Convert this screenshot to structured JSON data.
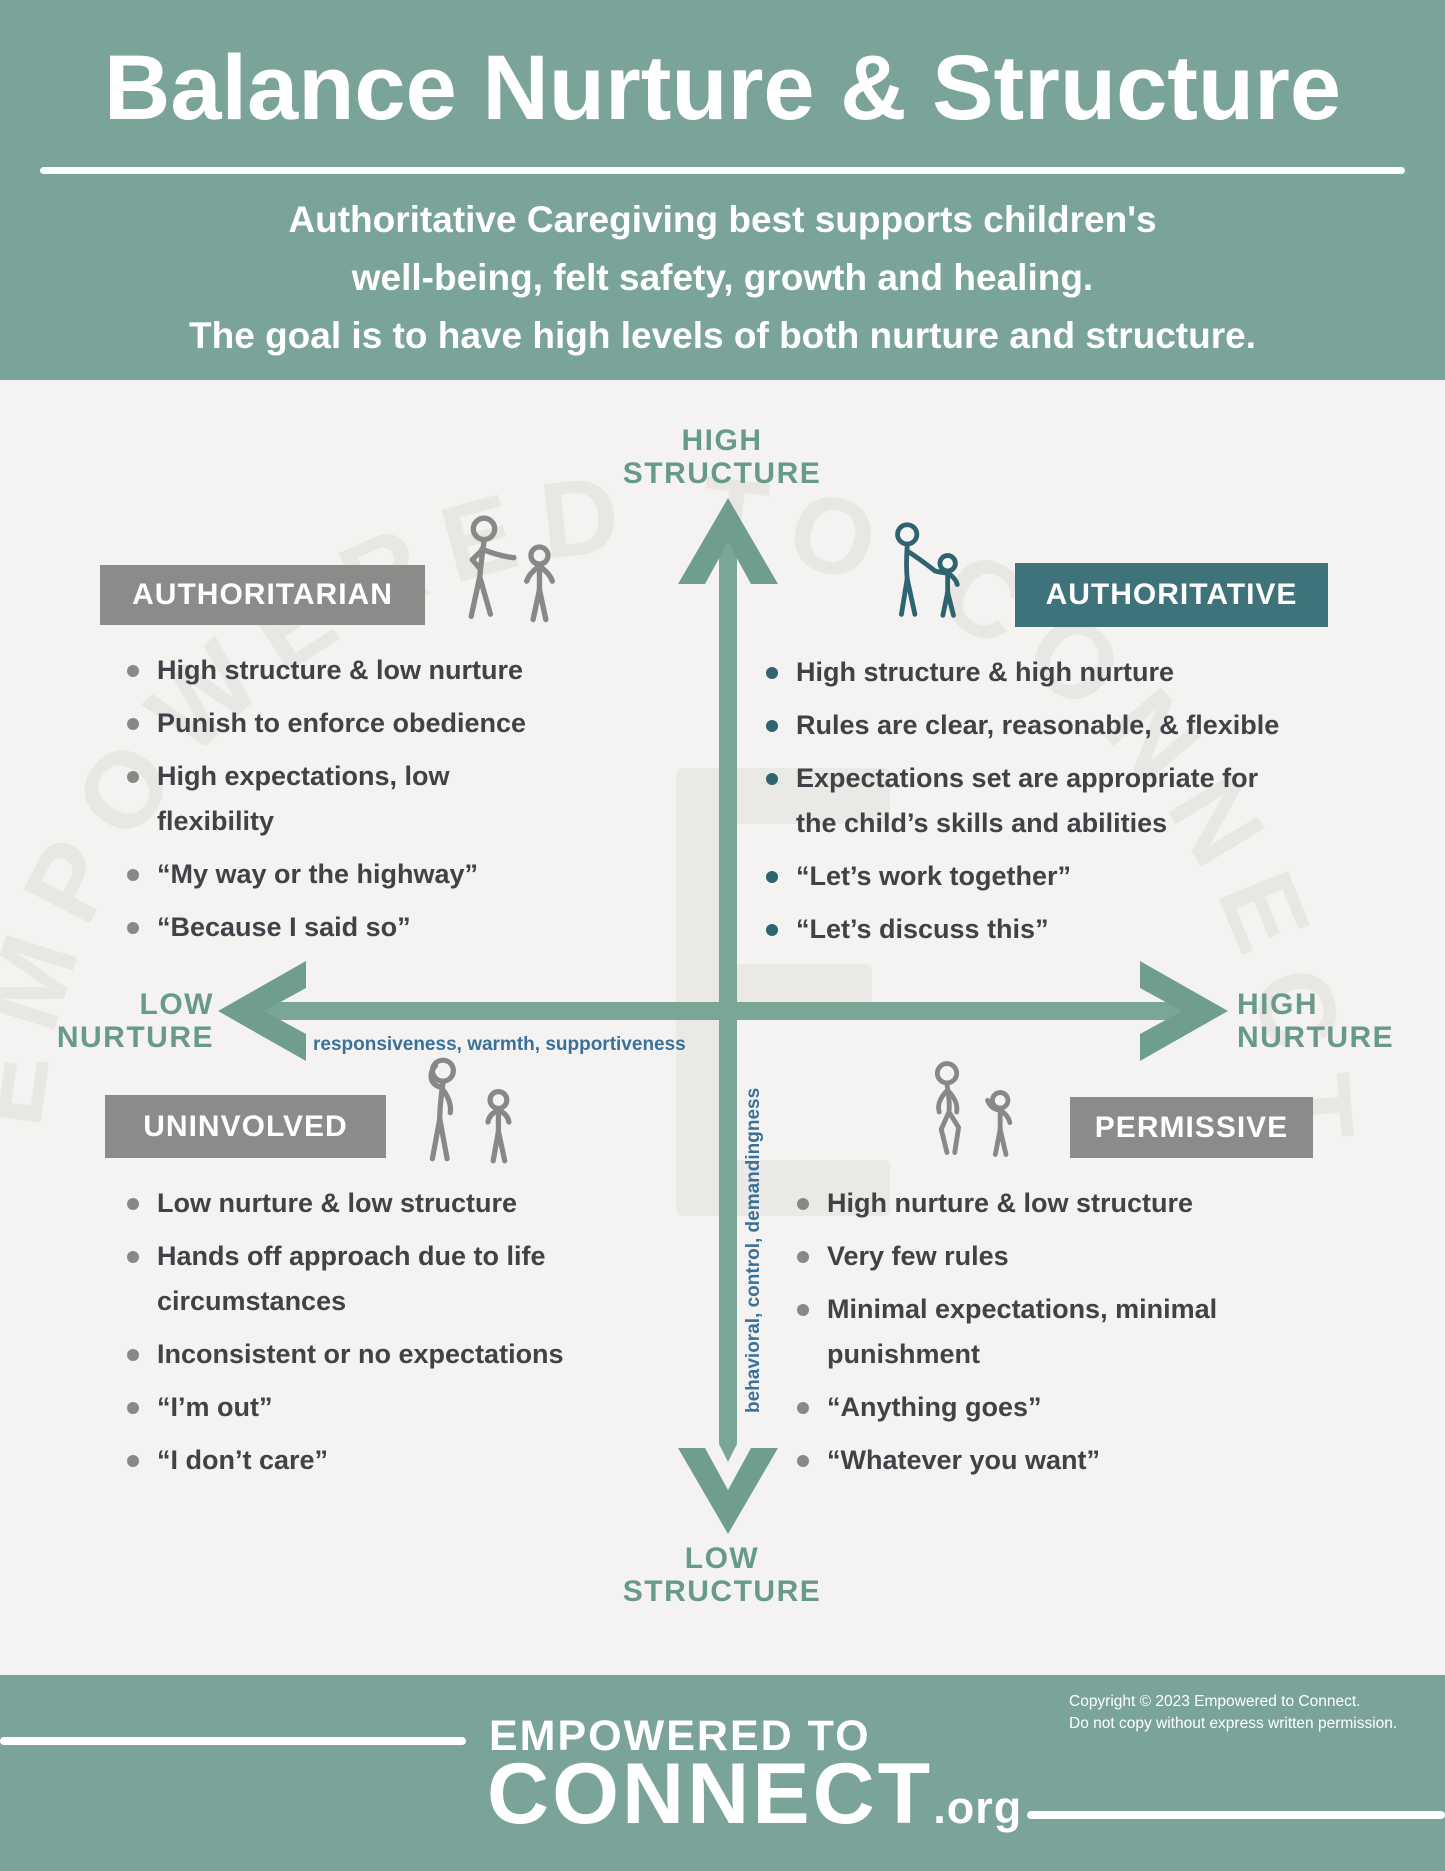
{
  "header": {
    "title": "Balance Nurture & Structure",
    "subtitle": "Authoritative Caregiving best supports children's\nwell-being, felt safety, growth and healing.\nThe goal is to have high levels of both nurture and structure."
  },
  "axes": {
    "top_label": "HIGH\nSTRUCTURE",
    "bottom_label": "LOW\nSTRUCTURE",
    "left_label": "LOW\nNURTURE",
    "right_label": "HIGH\nNURTURE",
    "horizontal_annotation": "responsiveness, warmth, supportiveness",
    "vertical_annotation": "behavioral, control, demandingness"
  },
  "quadrants": {
    "authoritarian": {
      "label": "AUTHORITARIAN",
      "icon": "parent-pointing-at-child-icon",
      "bullets": [
        "High structure & low nurture",
        "Punish to enforce obedience",
        "High expectations, low\nflexibility",
        "“My way or the highway”",
        "“Because I said so”"
      ]
    },
    "authoritative": {
      "label": "AUTHORITATIVE",
      "icon": "parent-holding-child-hand-icon",
      "bullets": [
        "High structure & high nurture",
        "Rules are clear, reasonable, & flexible",
        "Expectations set are appropriate for\nthe child’s skills and abilities",
        "“Let’s work together”",
        "“Let’s discuss this”"
      ]
    },
    "uninvolved": {
      "label": "UNINVOLVED",
      "icon": "parent-scratching-head-child-icon",
      "bullets": [
        "Low nurture & low structure",
        "Hands off approach due to life\ncircumstances",
        "Inconsistent or no expectations",
        "“I’m out”",
        "“I don’t care”"
      ]
    },
    "permissive": {
      "label": "PERMISSIVE",
      "icon": "relaxed-parent-with-child-icon",
      "bullets": [
        "High nurture & low structure",
        "Very few rules",
        "Minimal expectations, minimal\npunishment",
        "“Anything goes”",
        "“Whatever you want”"
      ]
    }
  },
  "watermark": {
    "arc_text": "EMPOWERED TO CONNECT",
    "letter": "E"
  },
  "footer": {
    "copyright": "Copyright © 2023 Empowered to Connect.\nDo not copy without express written permission.",
    "logo_top": "EMPOWERED TO",
    "logo_main": "CONNECT",
    "logo_suffix": ".org"
  },
  "colors": {
    "band_green": "#7aa399",
    "background": "#f4f3f1",
    "axis_sage": "#6f9e90",
    "axis_label_green": "#689a8c",
    "teal_box": "#3e737b",
    "teal_accent": "#2f6570",
    "gray_box": "#8d8b89",
    "gray_accent": "#8a8886",
    "body_text": "#3f4347",
    "annotation_blue": "#39719b",
    "watermark_gray": "#e9e7e3"
  }
}
